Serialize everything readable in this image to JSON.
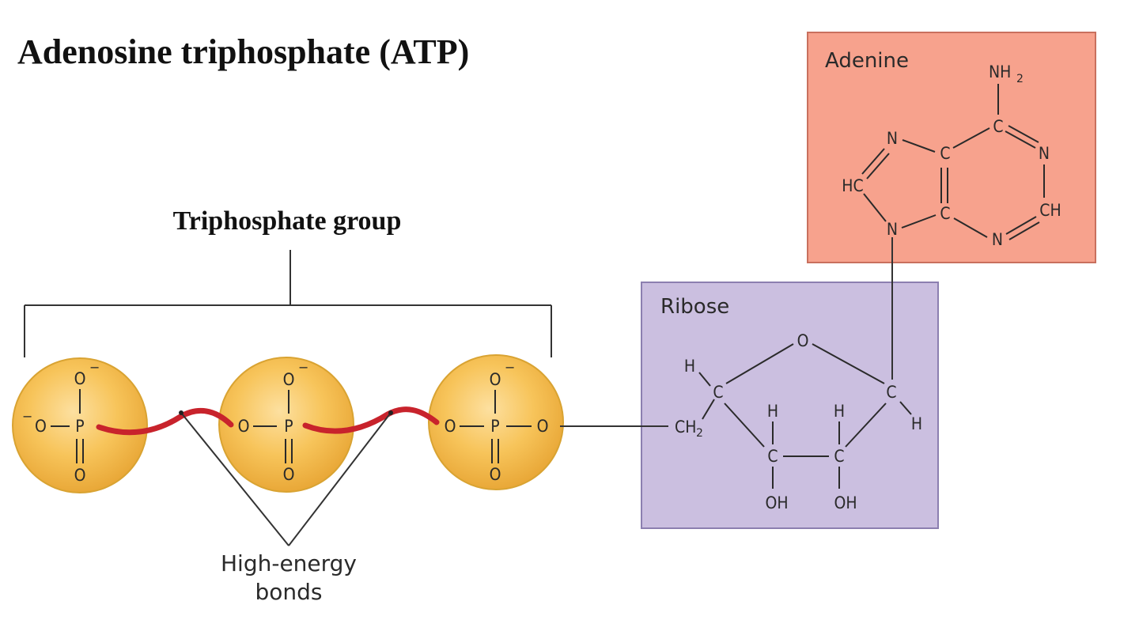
{
  "title": "Adenosine triphosphate (ATP)",
  "triphosphate_label": "Triphosphate group",
  "high_energy_label_line1": "High-energy",
  "high_energy_label_line2": "bonds",
  "adenine_label": "Adenine",
  "ribose_label": "Ribose",
  "atoms": {
    "O": "O",
    "P": "P",
    "C": "C",
    "N": "N",
    "H": "H",
    "HC": "HC",
    "CH": "CH",
    "NH": "NH",
    "CH2": "CH",
    "OH": "OH",
    "sub2": "2",
    "minus": "−"
  },
  "colors": {
    "adenine_fill": "#f7a28d",
    "adenine_stroke": "#c9705e",
    "ribose_fill": "#cbbfe0",
    "ribose_stroke": "#8c7fb0",
    "phosphate_fill": "#f5bf45",
    "phosphate_stroke": "#d9a332",
    "bond_red": "#c8232c"
  }
}
